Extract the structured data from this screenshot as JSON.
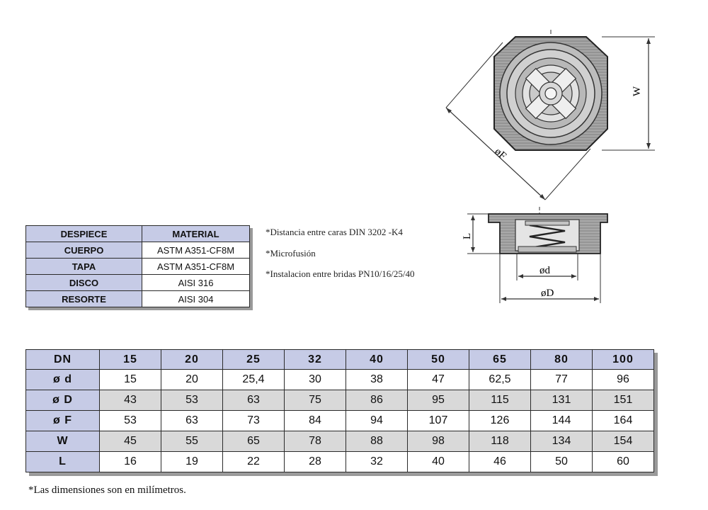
{
  "parts_table": {
    "headers": [
      "DESPIECE",
      "MATERIAL"
    ],
    "rows": [
      {
        "part": "CUERPO",
        "material": "ASTM A351-CF8M"
      },
      {
        "part": "TAPA",
        "material": "ASTM A351-CF8M"
      },
      {
        "part": "DISCO",
        "material": "AISI 316"
      },
      {
        "part": "RESORTE",
        "material": "AISI 304"
      }
    ]
  },
  "notes": [
    "*Distancia entre caras DIN 3202 -K4",
    "*Microfusión",
    "*Instalacion entre bridas PN10/16/25/40"
  ],
  "drawing_labels": {
    "top_f": "øF",
    "top_w": "W",
    "side_l": "L",
    "side_d_small": "ød",
    "side_d_large": "øD"
  },
  "dimension_table": {
    "header_label": "DN",
    "sizes": [
      "15",
      "20",
      "25",
      "32",
      "40",
      "50",
      "65",
      "80",
      "100"
    ],
    "rows": [
      {
        "label": "ø d",
        "values": [
          "15",
          "20",
          "25,4",
          "30",
          "38",
          "47",
          "62,5",
          "77",
          "96"
        ]
      },
      {
        "label": "ø D",
        "values": [
          "43",
          "53",
          "63",
          "75",
          "86",
          "95",
          "115",
          "131",
          "151"
        ]
      },
      {
        "label": "ø F",
        "values": [
          "53",
          "63",
          "73",
          "84",
          "94",
          "107",
          "126",
          "144",
          "164"
        ]
      },
      {
        "label": "W",
        "values": [
          "45",
          "55",
          "65",
          "78",
          "88",
          "98",
          "118",
          "134",
          "154"
        ]
      },
      {
        "label": "L",
        "values": [
          "16",
          "19",
          "22",
          "28",
          "32",
          "40",
          "46",
          "50",
          "60"
        ]
      }
    ]
  },
  "footnote": "*Las dimensiones son en milímetros."
}
